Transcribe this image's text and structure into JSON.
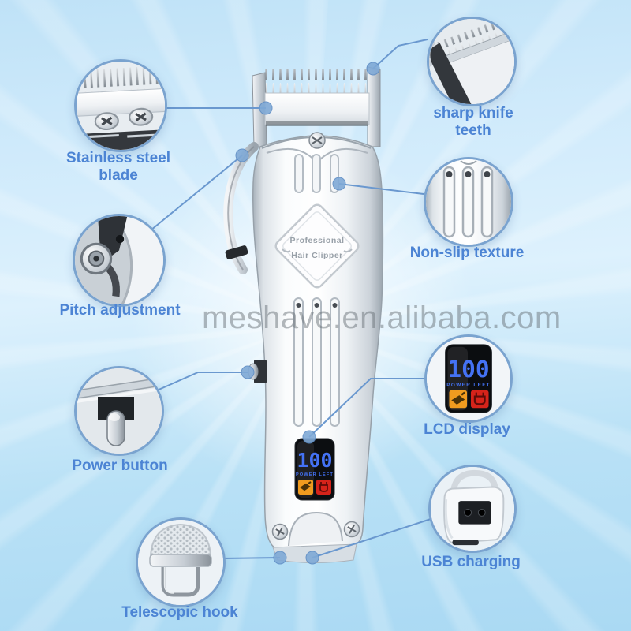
{
  "watermark": "meshave.en.alibaba.com",
  "product": {
    "badge_line1": "Professional",
    "badge_line2": "Hair Clipper",
    "lcd_value": "100",
    "lcd_caption": "POWER LEFT"
  },
  "callouts": {
    "stainless": {
      "label": "Stainless steel blade"
    },
    "sharp": {
      "label": "sharp knife teeth"
    },
    "nonslip": {
      "label": "Non-slip texture"
    },
    "pitch": {
      "label": "Pitch adjustment"
    },
    "power": {
      "label": "Power button"
    },
    "lcd": {
      "label": "LCD display"
    },
    "usb": {
      "label": "USB charging"
    },
    "hook": {
      "label": "Telescopic hook"
    }
  },
  "colors": {
    "label_text": "#4c84d4",
    "callout_ring": "#7aa3cf",
    "connector_line": "#6a98cf",
    "connector_dot": "#7fa9d6",
    "lcd_digits": "#4472f5",
    "lcd_icon_orange": "#f09b1f",
    "lcd_icon_red": "#d5231a",
    "sky_background": "#aed9f3"
  }
}
